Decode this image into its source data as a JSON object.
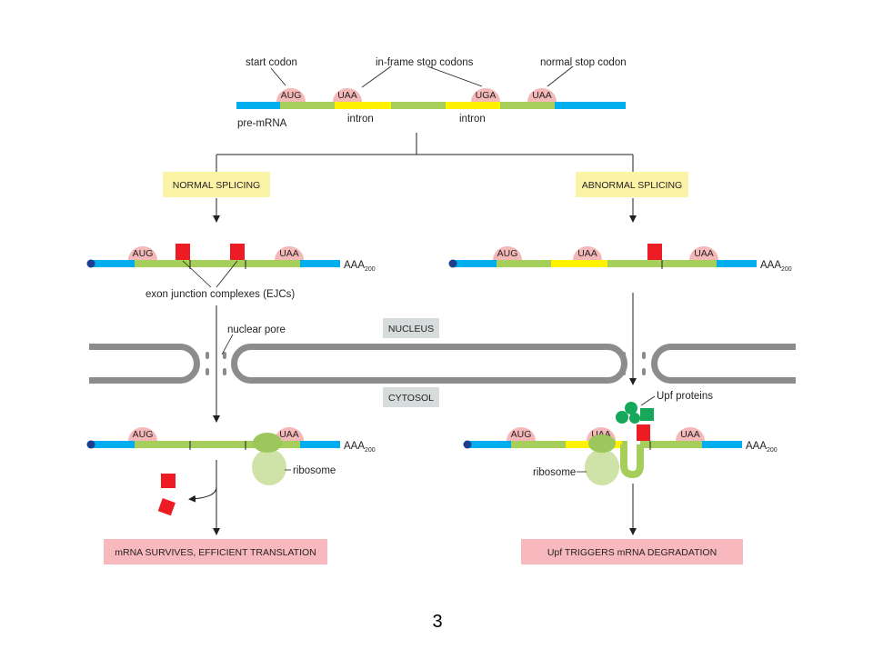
{
  "colors": {
    "blue": "#00aeef",
    "green": "#a6ce5a",
    "yellow": "#fff200",
    "red": "#ed1c24",
    "codon_pink": "#f4b8b8",
    "box_yellow": "#fbf3a6",
    "box_pink": "#f7b9bd",
    "box_gray": "#d6dcdb",
    "membrane": "#8c8c8c",
    "ribosome": "#cfe2a7",
    "ribosome_dark": "#9bc75c",
    "upf": "#16a85a",
    "cap": "#1b3f8f",
    "arrow": "#231f20"
  },
  "labels": {
    "start_codon": "start codon",
    "in_frame_stop": "in-frame stop codons",
    "normal_stop": "normal stop codon",
    "pre_mrna": "pre-mRNA",
    "intron_1": "intron",
    "intron_2": "intron",
    "normal_splicing": "NORMAL SPLICING",
    "abnormal_splicing": "ABNORMAL SPLICING",
    "ejc": "exon junction complexes (EJCs)",
    "nuclear_pore": "nuclear pore",
    "nucleus": "NUCLEUS",
    "cytosol": "CYTOSOL",
    "upf_proteins": "Upf proteins",
    "ribosome_left": "ribosome",
    "ribosome_right": "ribosome",
    "result_left": "mRNA SURVIVES, EFFICIENT TRANSLATION",
    "result_right": "Upf TRIGGERS mRNA DEGRADATION",
    "polya": "AAA",
    "polya_sub": "200",
    "page_number": "3"
  },
  "codons": {
    "pre": [
      "AUG",
      "UAA",
      "UGA",
      "UAA"
    ],
    "normal_nuc": [
      "AUG",
      "UAA"
    ],
    "abnormal_nuc": [
      "AUG",
      "UAA",
      "UAA"
    ],
    "normal_cyto": [
      "AUG",
      "UAA"
    ],
    "abnormal_cyto": [
      "AUG",
      "UAA",
      "UAA"
    ]
  }
}
